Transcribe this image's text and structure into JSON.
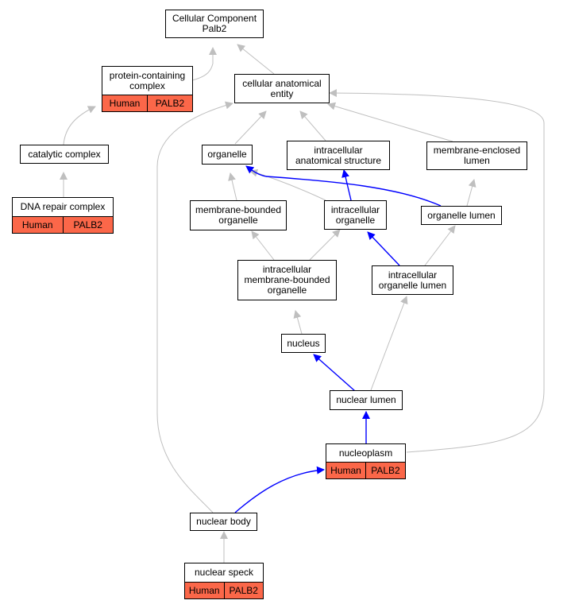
{
  "colors": {
    "is_a_edge": "#bfbfbf",
    "part_of_edge": "#0000ff",
    "annotation_fill": "#fb6749"
  },
  "nodes": {
    "root": {
      "label": "Cellular Component\nPalb2"
    },
    "protein_complex": {
      "label": "protein-containing\ncomplex",
      "annotation": {
        "species": "Human",
        "gene": "PALB2"
      }
    },
    "catalytic_complex": {
      "label": "catalytic complex"
    },
    "dna_repair_complex": {
      "label": "DNA repair complex",
      "annotation": {
        "species": "Human",
        "gene": "PALB2"
      }
    },
    "cellular_anatomical_entity": {
      "label": "cellular anatomical\nentity"
    },
    "organelle": {
      "label": "organelle"
    },
    "intracellular_anatomical_structure": {
      "label": "intracellular\nanatomical structure"
    },
    "membrane_enclosed_lumen": {
      "label": "membrane-enclosed\nlumen"
    },
    "membrane_bounded_organelle": {
      "label": "membrane-bounded\norganelle"
    },
    "intracellular_organelle": {
      "label": "intracellular\norganelle"
    },
    "organelle_lumen": {
      "label": "organelle lumen"
    },
    "intracellular_membrane_bounded_organelle": {
      "label": "intracellular\nmembrane-bounded\norganelle"
    },
    "intracellular_organelle_lumen": {
      "label": "intracellular\norganelle lumen"
    },
    "nucleus": {
      "label": "nucleus"
    },
    "nuclear_lumen": {
      "label": "nuclear lumen"
    },
    "nucleoplasm": {
      "label": "nucleoplasm",
      "annotation": {
        "species": "Human",
        "gene": "PALB2"
      }
    },
    "nuclear_body": {
      "label": "nuclear body"
    },
    "nuclear_speck": {
      "label": "nuclear speck",
      "annotation": {
        "species": "Human",
        "gene": "PALB2"
      }
    }
  }
}
